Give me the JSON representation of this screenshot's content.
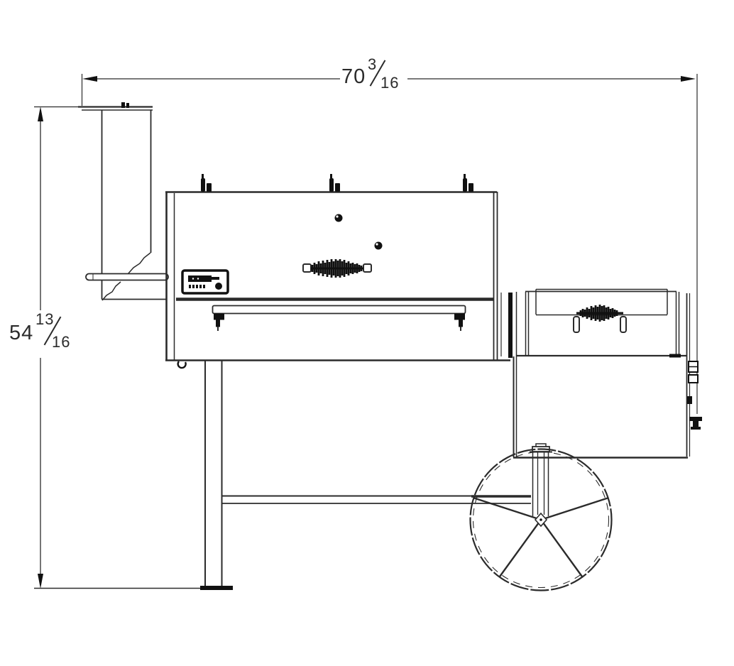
{
  "drawing": {
    "background": "#ffffff",
    "line_color": "#2b2b2b",
    "fill_color": "#111111",
    "dims": {
      "width": {
        "whole": "70",
        "num": "3",
        "den": "16",
        "display": "70 3/16"
      },
      "height": {
        "whole": "54",
        "num": "13",
        "den": "16",
        "display": "54 13/16"
      }
    },
    "parts": [
      "smoke-stack",
      "stack-cap",
      "probe-rod",
      "main-chamber",
      "chamber-lid",
      "lid-hinge",
      "lid-handle",
      "vent-bolt",
      "controller-panel",
      "front-shelf",
      "grease-hook",
      "firebox",
      "firebox-lid",
      "firebox-handle",
      "firebox-latch",
      "damper-bolt",
      "left-leg",
      "foot-plate",
      "cross-brace",
      "wheel",
      "wheel-hub",
      "wheel-spoke",
      "wheel-leg"
    ]
  }
}
